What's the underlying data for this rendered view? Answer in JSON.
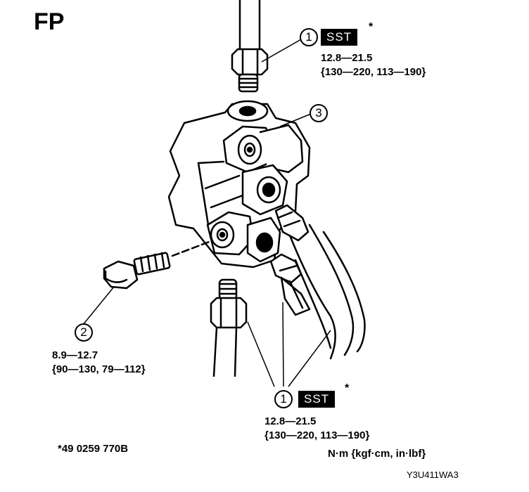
{
  "header": {
    "code": "FP"
  },
  "callouts": {
    "top": {
      "number": "1",
      "sst": "SST",
      "star": "*",
      "torque_line1": "12.8—21.5",
      "torque_line2": "{130—220, 113—190}"
    },
    "bolt": {
      "number": "2",
      "torque_line1": "8.9—12.7",
      "torque_line2": "{90—130, 79—112}"
    },
    "block": {
      "number": "3"
    },
    "bottom": {
      "number": "1",
      "sst": "SST",
      "star": "*",
      "torque_line1": "12.8—21.5",
      "torque_line2": "{130—220, 113—190}"
    }
  },
  "footer": {
    "tool_number": "*49 0259 770B",
    "units": "N·m {kgf·cm, in·lbf}",
    "figure_id": "Y3U411WA3"
  }
}
